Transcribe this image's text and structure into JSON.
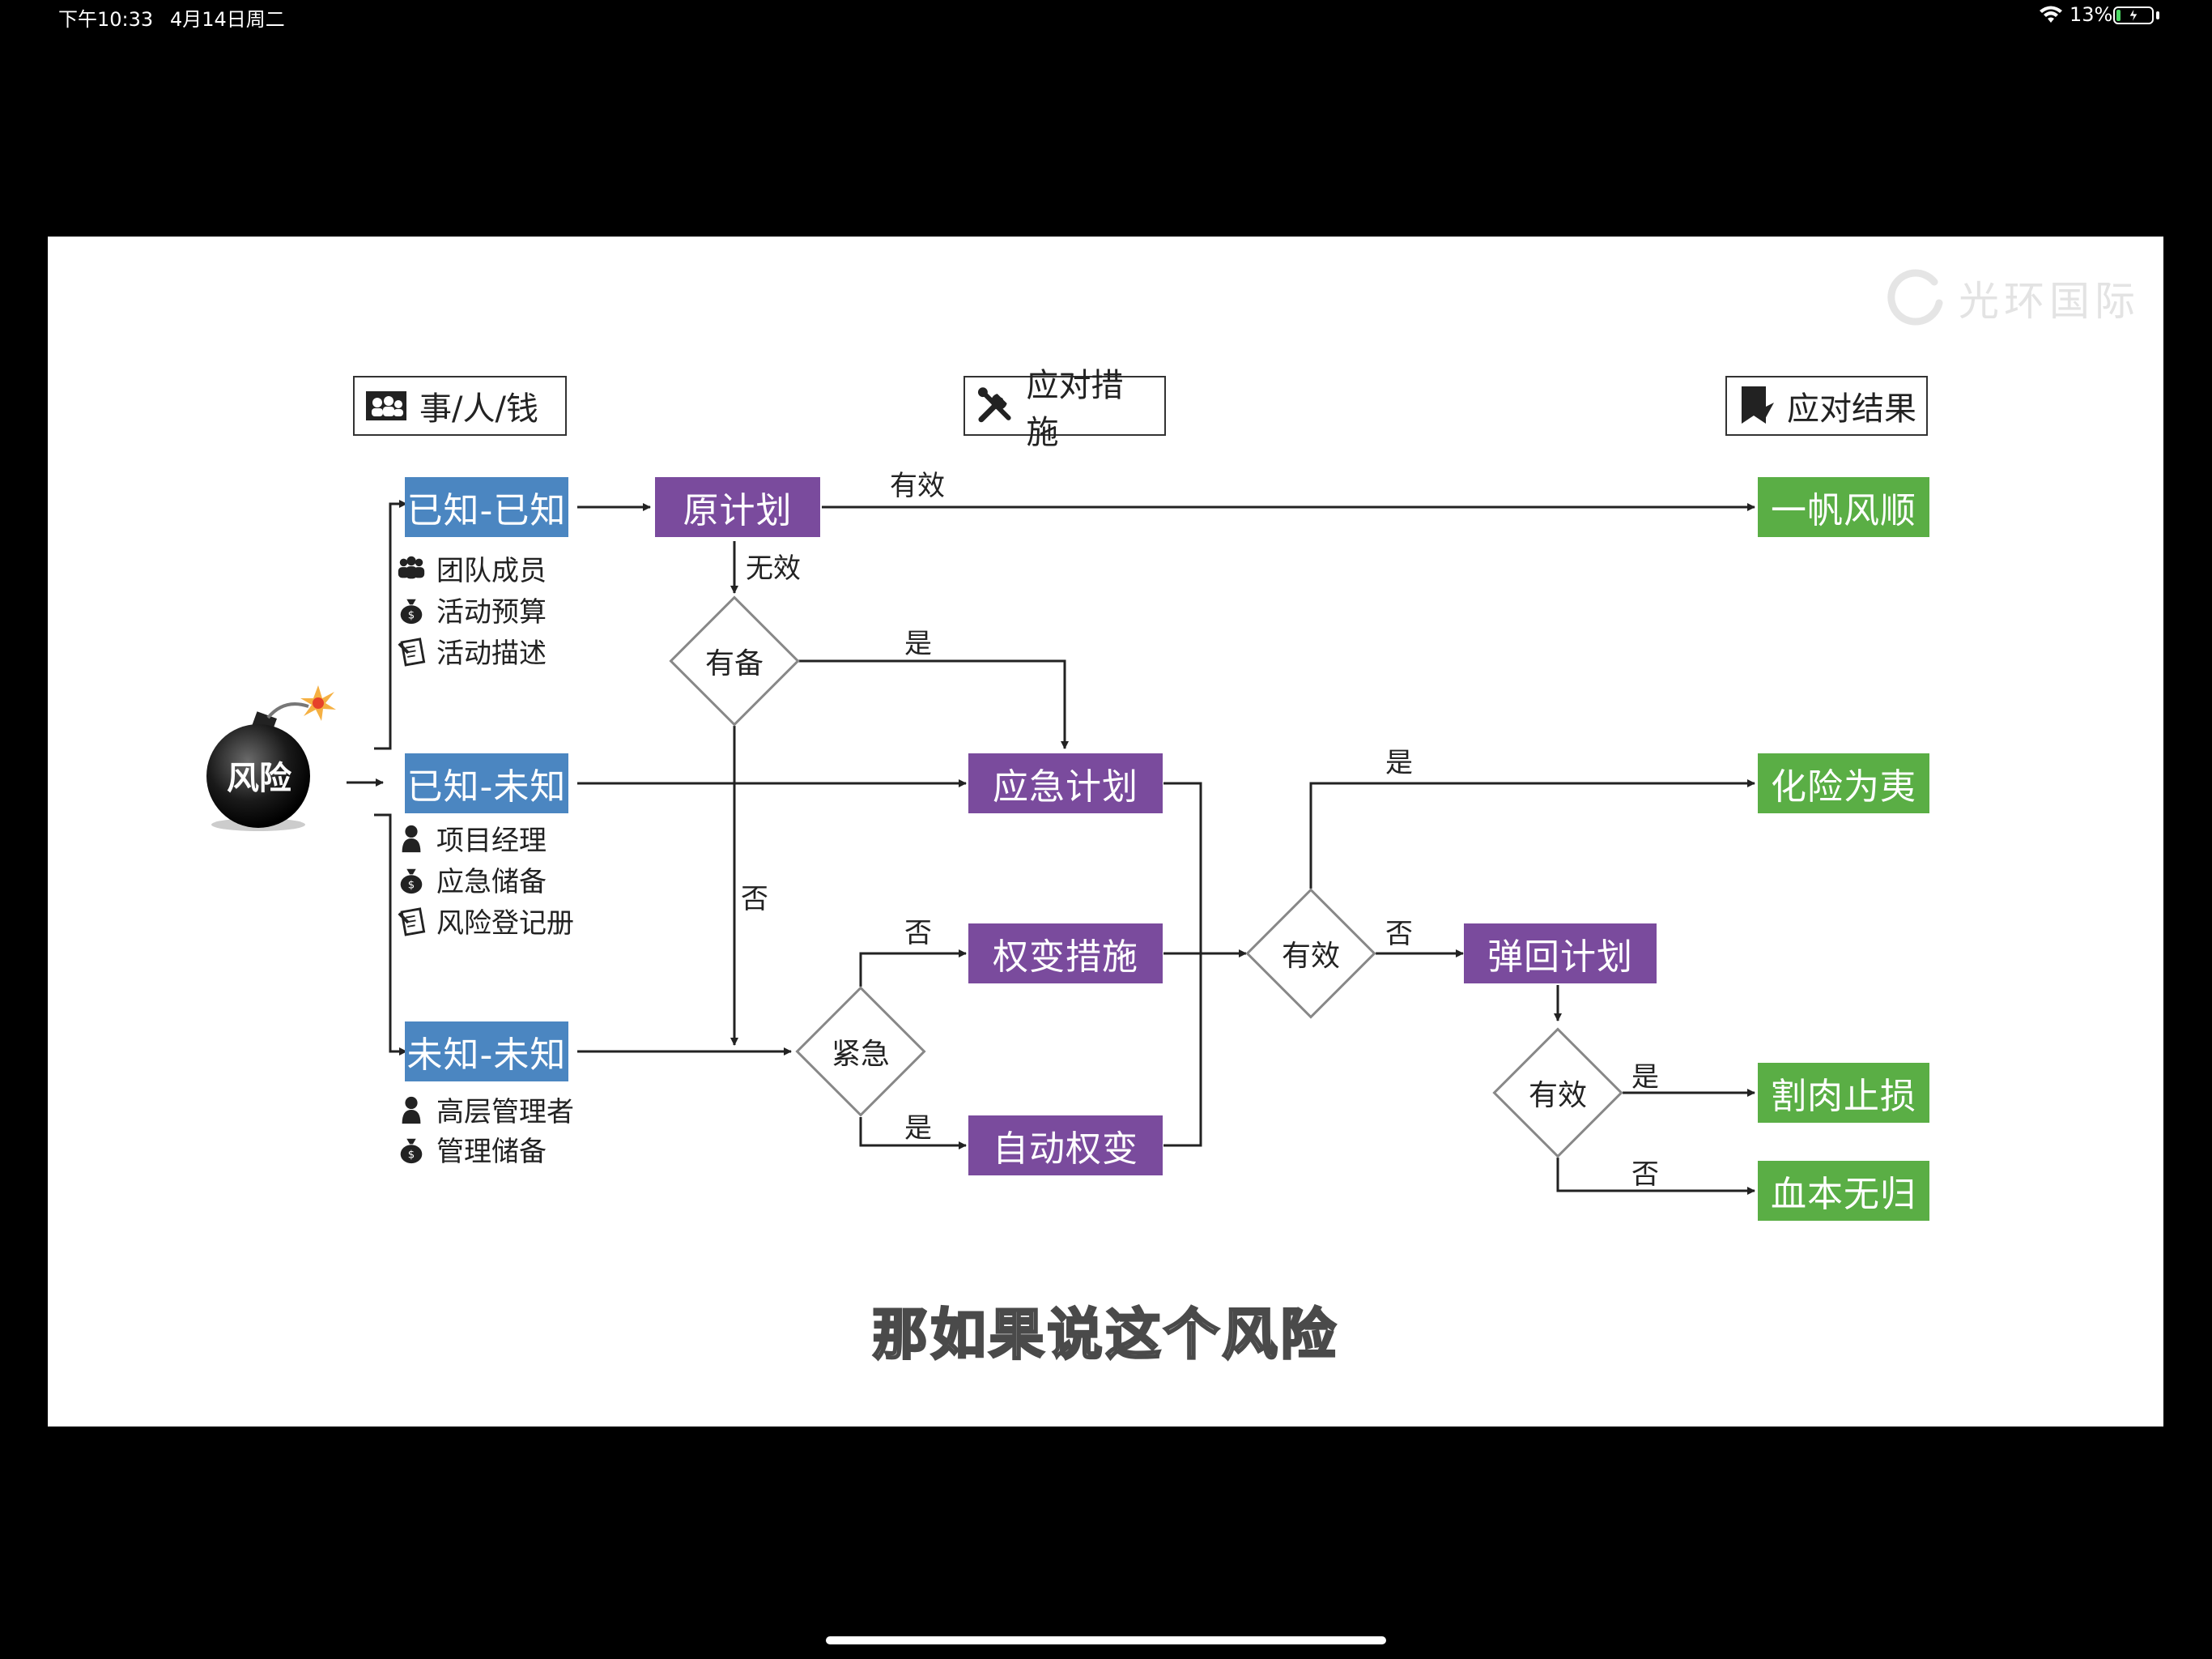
{
  "status_bar": {
    "time": "下午10:33",
    "date": "4月14日周二",
    "battery_percent": "13%",
    "battery_level": 0.13
  },
  "slide": {
    "watermark": "光环国际",
    "headers": {
      "left": "事/人/钱",
      "middle": "应对措施",
      "right": "应对结果"
    },
    "source": "风险",
    "categories": {
      "known_known": {
        "label": "已知-已知",
        "items": [
          "团队成员",
          "活动预算",
          "活动描述"
        ]
      },
      "known_unknown": {
        "label": "已知-未知",
        "items": [
          "项目经理",
          "应急储备",
          "风险登记册"
        ]
      },
      "unknown_unknown": {
        "label": "未知-未知",
        "items": [
          "高层管理者",
          "管理储备"
        ]
      }
    },
    "actions": {
      "original_plan": "原计划",
      "contingency_plan": "应急计划",
      "workaround": "权变措施",
      "auto_workaround": "自动权变",
      "fallback_plan": "弹回计划"
    },
    "decisions": {
      "prepared": "有备",
      "urgent": "紧急",
      "effective_1": "有效",
      "effective_2": "有效"
    },
    "edge_labels": {
      "effective": "有效",
      "ineffective": "无效",
      "yes_prepared": "是",
      "no_prepared": "否",
      "no_urgent": "否",
      "yes_urgent": "是",
      "yes_effective_1": "是",
      "no_effective_1": "否",
      "yes_effective_2": "是",
      "no_effective_2": "否"
    },
    "results": {
      "smooth": "一帆风顺",
      "resolved": "化险为夷",
      "stop_loss": "割肉止损",
      "total_loss": "血本无归"
    }
  },
  "subtitle": "那如果说这个风险"
}
